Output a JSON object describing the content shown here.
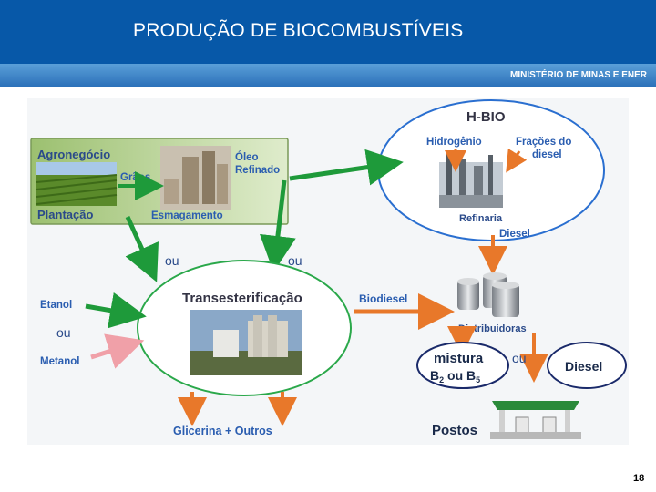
{
  "header": {
    "title": "PRODUÇÃO DE BIOCOMBUSTÍVEIS",
    "ministry": "MINISTÉRIO DE MINAS E ENER"
  },
  "agro": {
    "title": "Agronegócio",
    "graos": "Grãos",
    "oleo_line1": "Óleo",
    "oleo_line2": "Refinado",
    "plantacao": "Plantação",
    "esmagamento": "Esmagamento"
  },
  "hbio": {
    "title": "H-BIO",
    "hidrogenio": "Hidrogênio",
    "fracoes_line1": "Frações do",
    "fracoes_line2": "diesel",
    "refinaria": "Refinaria",
    "diesel_out": "Diesel"
  },
  "flow": {
    "ou_left": "ou",
    "ou_right": "ou",
    "etanol": "Etanol",
    "ou_mid": "ou",
    "metanol": "Metanol",
    "transesterificacao": "Transesterificação",
    "biodiesel": "Biodiesel",
    "distribuidoras": "Distribuidoras",
    "mistura_line1": "mistura",
    "mistura_b2": "B",
    "mistura_b2_sub": "2",
    "mistura_ou": " ou B",
    "mistura_b5_sub": "5",
    "ou_mix": "ou",
    "diesel": "Diesel",
    "glicerina": "Glicerina + Outros",
    "postos": "Postos"
  },
  "page_number": "18",
  "colors": {
    "header_blue": "#0758a8",
    "arrow_green": "#1e9a3a",
    "arrow_orange": "#e8782a",
    "arrow_pink": "#f0a0a8",
    "label_blue": "#2a5db0",
    "ellipse_green": "#2aa84a",
    "ellipse_blue": "#2a6fd0"
  }
}
